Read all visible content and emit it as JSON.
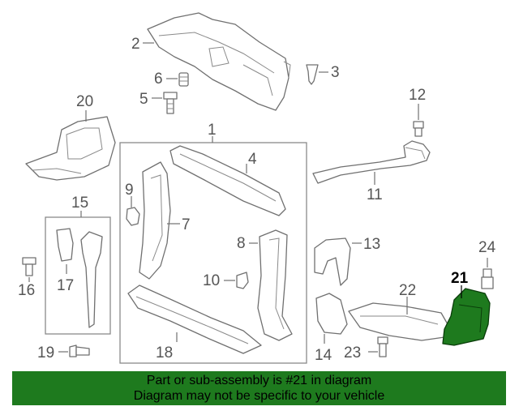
{
  "callouts": {
    "c1": "1",
    "c2": "2",
    "c3": "3",
    "c4": "4",
    "c5": "5",
    "c6": "6",
    "c7": "7",
    "c8": "8",
    "c9": "9",
    "c10": "10",
    "c11": "11",
    "c12": "12",
    "c13": "13",
    "c14": "14",
    "c15": "15",
    "c16": "16",
    "c17": "17",
    "c18": "18",
    "c19": "19",
    "c20": "20",
    "c21": "21",
    "c22": "22",
    "c23": "23",
    "c24": "24"
  },
  "highlight": {
    "color": "#1e7a1e",
    "part_number": "21"
  },
  "banner": {
    "line1": "Part or sub-assembly is #21 in diagram",
    "line2": "Diagram may not be specific to your vehicle"
  }
}
